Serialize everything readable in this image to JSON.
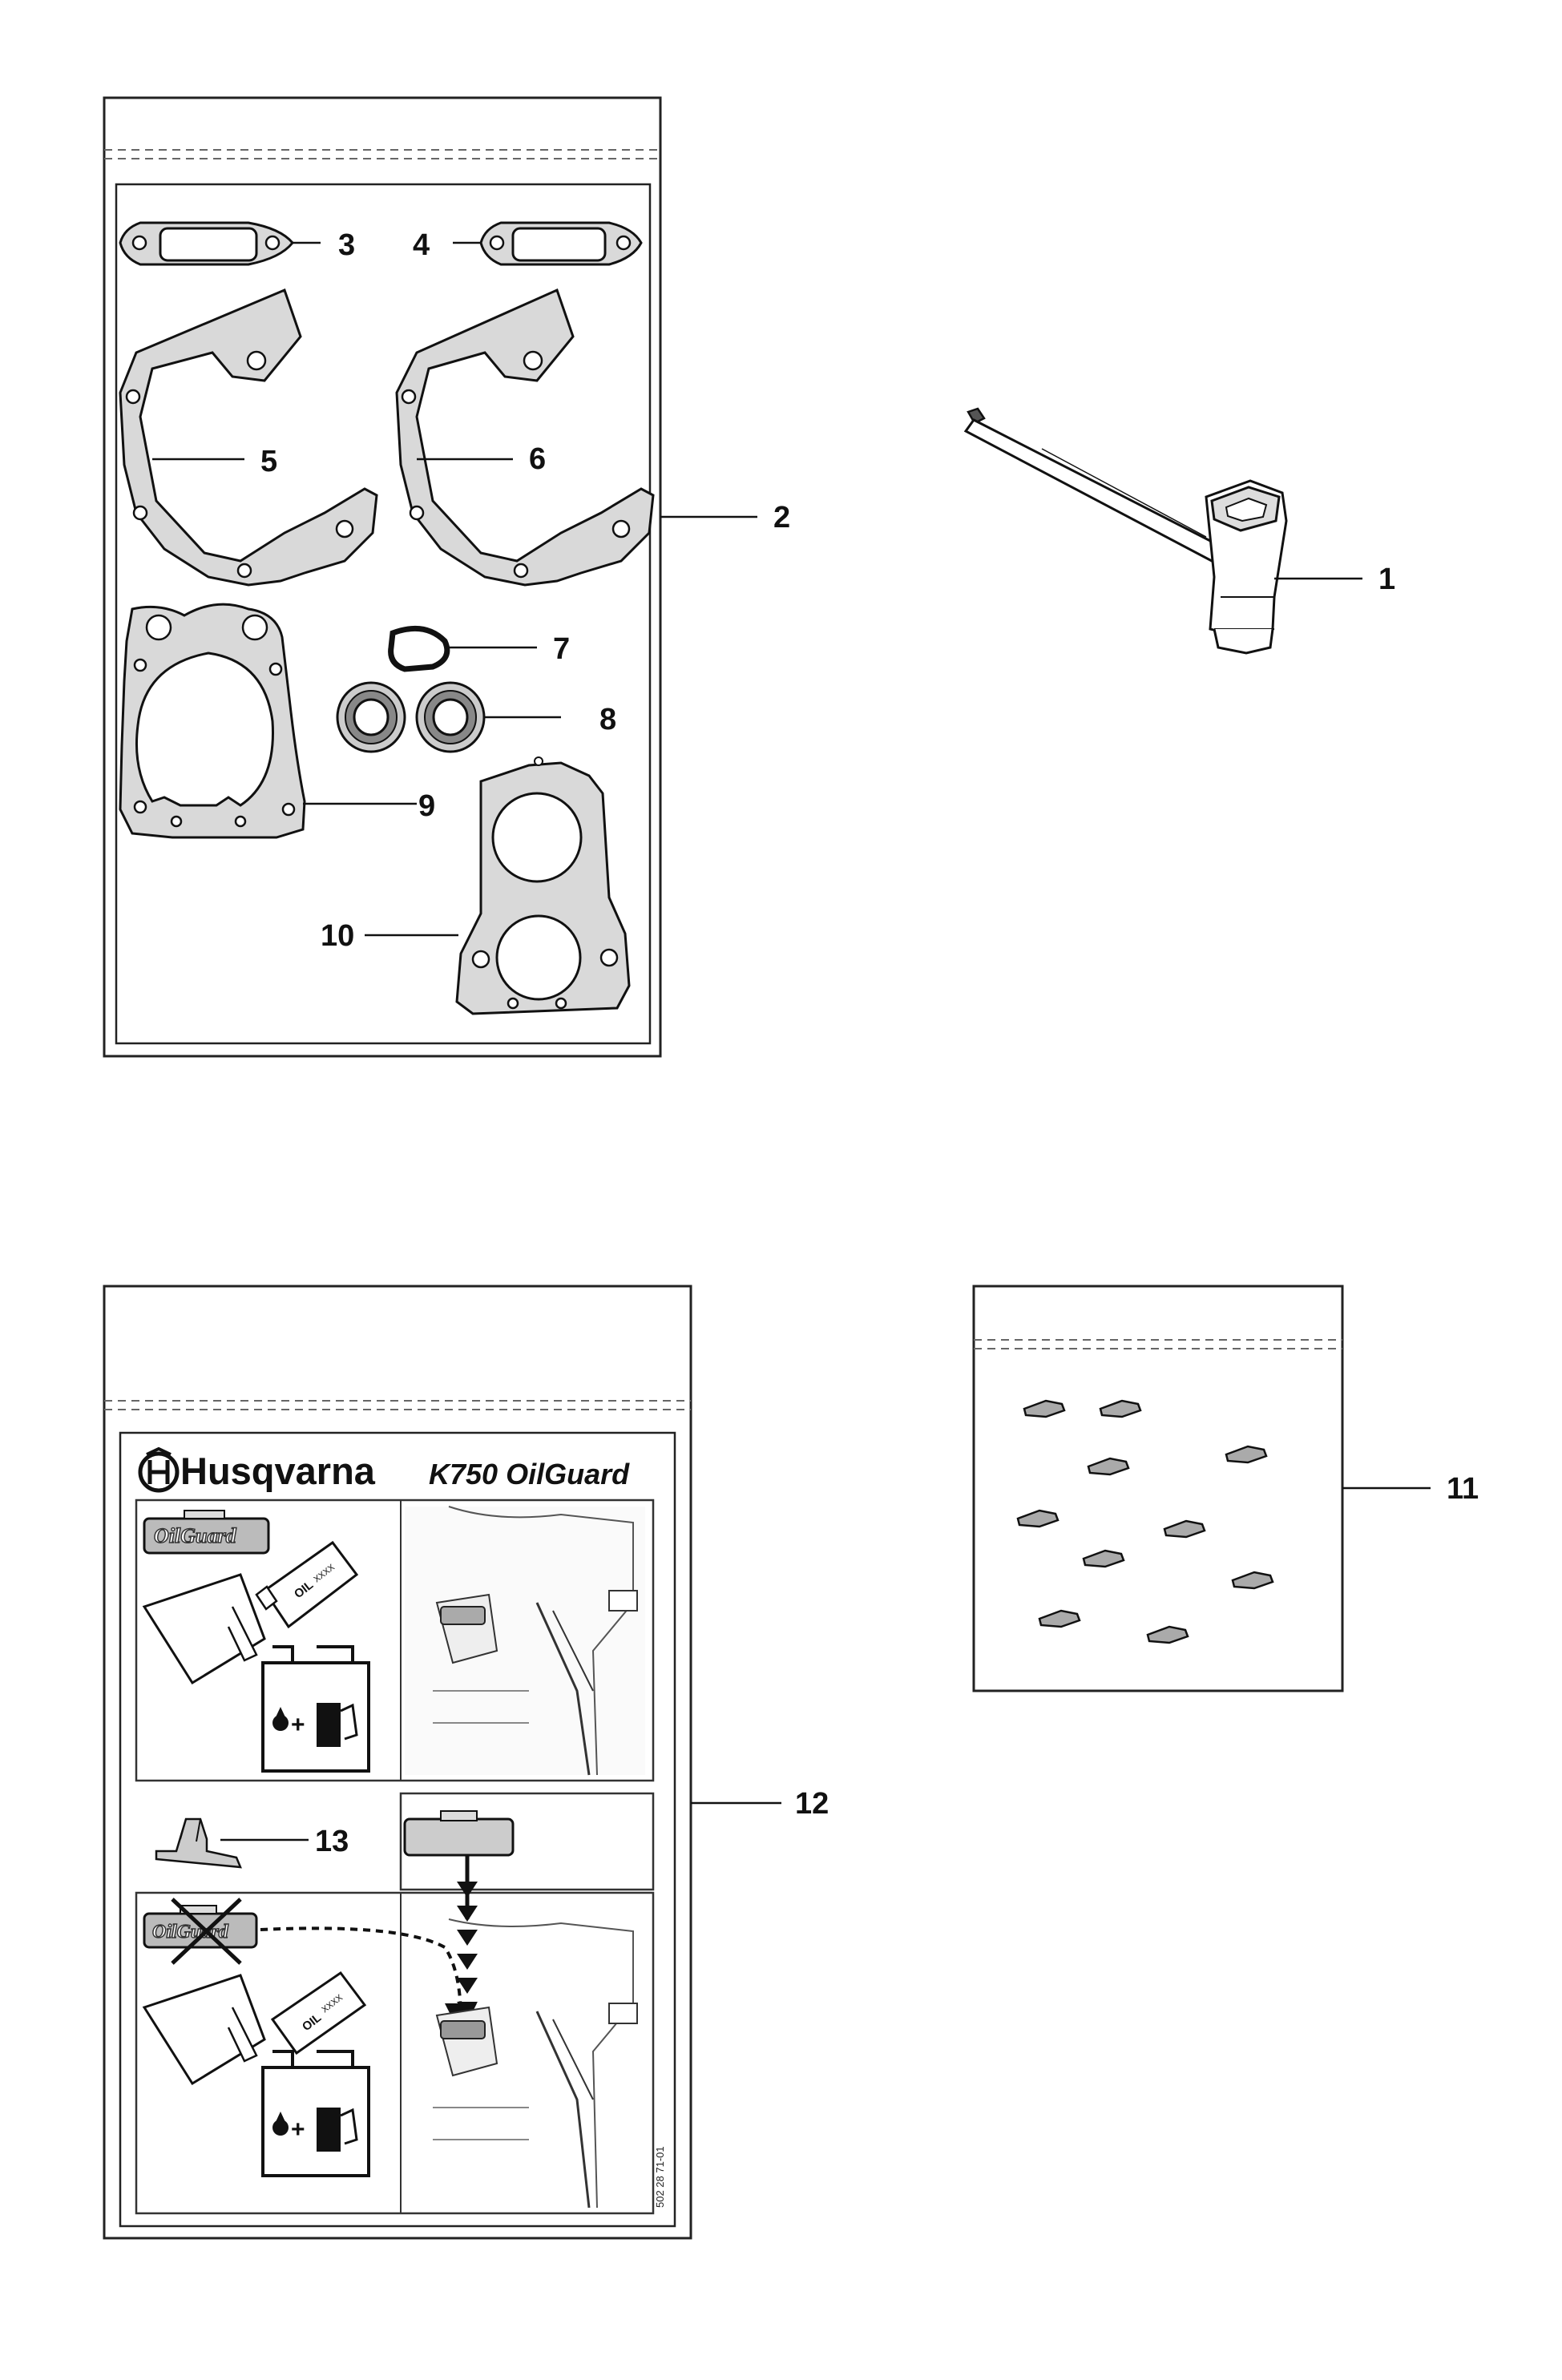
{
  "callouts": {
    "c1": "1",
    "c2": "2",
    "c3": "3",
    "c4": "4",
    "c5": "5",
    "c6": "6",
    "c7": "7",
    "c8": "8",
    "c9": "9",
    "c10": "10",
    "c11": "11",
    "c12": "12",
    "c13": "13"
  },
  "decal": {
    "brand": "Husqvarna",
    "model": "K750 OilGuard",
    "badge_text": "OilGuard",
    "bottle_label": "OIL",
    "bottle_marks": "XXXX",
    "part_number": "502 28 71-01"
  },
  "colors": {
    "gasket_fill": "#d9d9d9",
    "line": "#111111",
    "panel_border": "#333333"
  }
}
